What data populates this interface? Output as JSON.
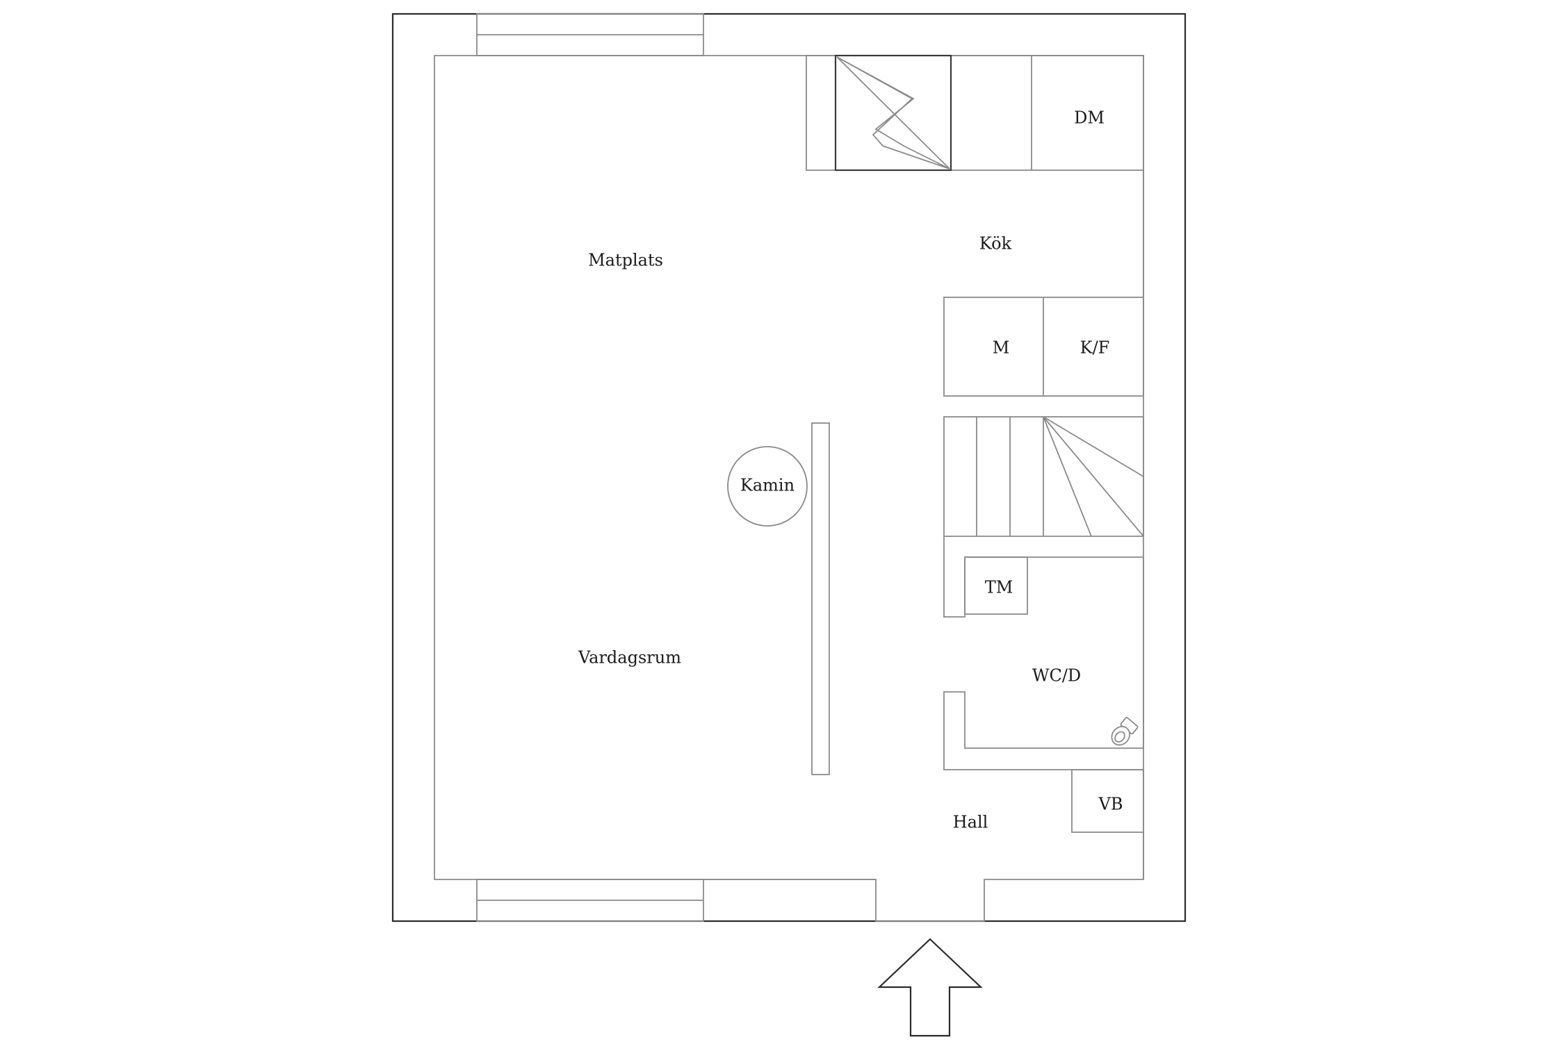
{
  "rooms": {
    "matplats": "Matplats",
    "kok": "Kök",
    "vardagsrum": "Vardagsrum",
    "hall": "Hall",
    "wcd": "WC/D"
  },
  "fixtures": {
    "dm": "DM",
    "m": "M",
    "kf": "K/F",
    "kamin": "Kamin",
    "tm": "TM",
    "vb": "VB"
  },
  "colors": {
    "wall": "#2b2b2b",
    "line": "#8a8a8a",
    "background": "#ffffff"
  },
  "icons": {
    "stove": "stove-icon",
    "stair": "staircase-icon",
    "toilet": "toilet-icon",
    "entrance": "entrance-arrow-icon"
  }
}
